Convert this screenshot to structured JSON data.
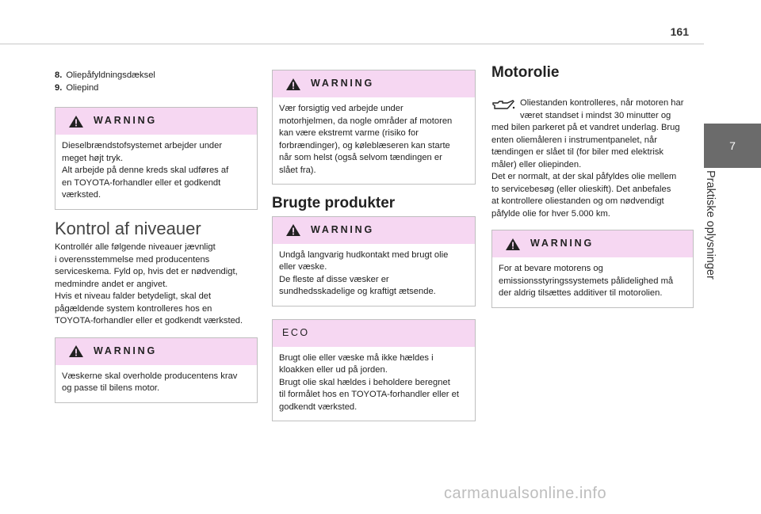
{
  "page_number": "161",
  "chapter": {
    "number": "7",
    "title": "Praktiske oplysninger"
  },
  "col1": {
    "list": [
      {
        "num": "8.",
        "text": "Oliepåfyldningsdæksel"
      },
      {
        "num": "9.",
        "text": "Oliepind"
      }
    ],
    "warning1": {
      "label": "WARNING",
      "text": "Dieselbrændstofsystemet arbejder under\nmeget højt tryk.\nAlt arbejde på denne kreds skal udføres af\nen TOYOTA-forhandler eller et godkendt\nværksted."
    },
    "section_title": "Kontrol af niveauer",
    "paragraph": "Kontrollér alle følgende niveauer jævnligt\ni overensstemmelse med producentens\nserviceskema. Fyld op, hvis det er nødvendigt,\nmedmindre andet er angivet.\nHvis et niveau falder betydeligt, skal det\npågældende system kontrolleres hos en\nTOYOTA-forhandler eller et godkendt værksted.",
    "warning2": {
      "label": "WARNING",
      "text": "Væskerne skal overholde producentens krav\nog passe til bilens motor."
    }
  },
  "col2": {
    "warning1": {
      "label": "WARNING",
      "text": "Vær forsigtig ved arbejde under\nmotorhjelmen, da nogle områder af motoren\nkan være ekstremt varme (risiko for\nforbrændinger), og køleblæseren kan starte\nnår som helst (også selvom tændingen er\nslået fra)."
    },
    "section_title": "Brugte produkter",
    "warning2": {
      "label": "WARNING",
      "text": "Undgå langvarig hudkontakt med brugt olie\neller væske.\nDe fleste af disse væsker er\nsundhedsskadelige og kraftigt ætsende."
    },
    "eco": {
      "label": "ECO",
      "text": "Brugt olie eller væske må ikke hældes i\nkloakken eller ud på jorden.\nBrugt olie skal hældes i beholdere beregnet\ntil formålet hos en TOYOTA-forhandler eller et\ngodkendt værksted."
    }
  },
  "col3": {
    "section_title": "Motorolie",
    "paragraph": "Oliestanden kontrolleres, når motoren har\nværet standset i mindst 30 minutter og\nmed bilen parkeret på et vandret underlag. Brug\nenten oliemåleren i instrumentpanelet, når\ntændingen er slået til (for biler med elektrisk\nmåler) eller oliepinden.\nDet er normalt, at der skal påfyldes olie mellem\nto servicebesøg (eller olieskift). Det anbefales\nat kontrollere oliestanden og om nødvendigt\npåfylde olie for hver 5.000 km.",
    "warning": {
      "label": "WARNING",
      "text": "For at bevare motorens og\nemissionsstyringssystemets pålidelighed må\nder aldrig tilsættes additiver til motorolien."
    }
  },
  "watermark": "carmanualsonline.info"
}
